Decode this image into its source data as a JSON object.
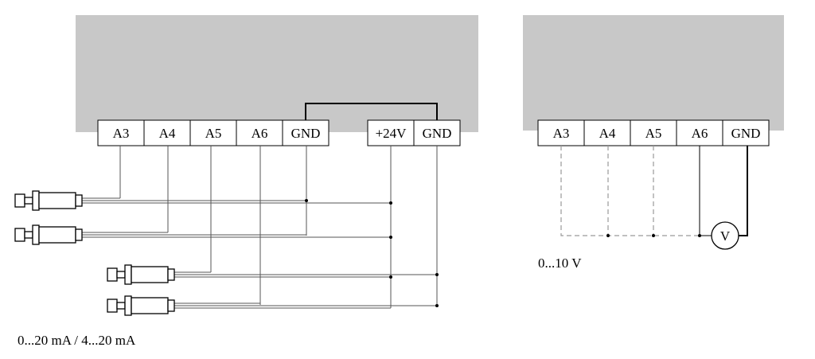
{
  "left_module": {
    "terminals_group1": [
      "A3",
      "A4",
      "A5",
      "A6",
      "GND"
    ],
    "terminals_group2": [
      "+24V",
      "GND"
    ],
    "caption": "0...20 mA / 4...20 mA",
    "sensor_count": 4
  },
  "right_module": {
    "terminals": [
      "A3",
      "A4",
      "A5",
      "A6",
      "GND"
    ],
    "caption": "0...10 V",
    "meter_label": "V"
  },
  "colors": {
    "housing": "#c8c8c8",
    "terminal_fill": "#ffffff",
    "wire": "#000000",
    "dashed_wire": "#9a9a9a"
  }
}
